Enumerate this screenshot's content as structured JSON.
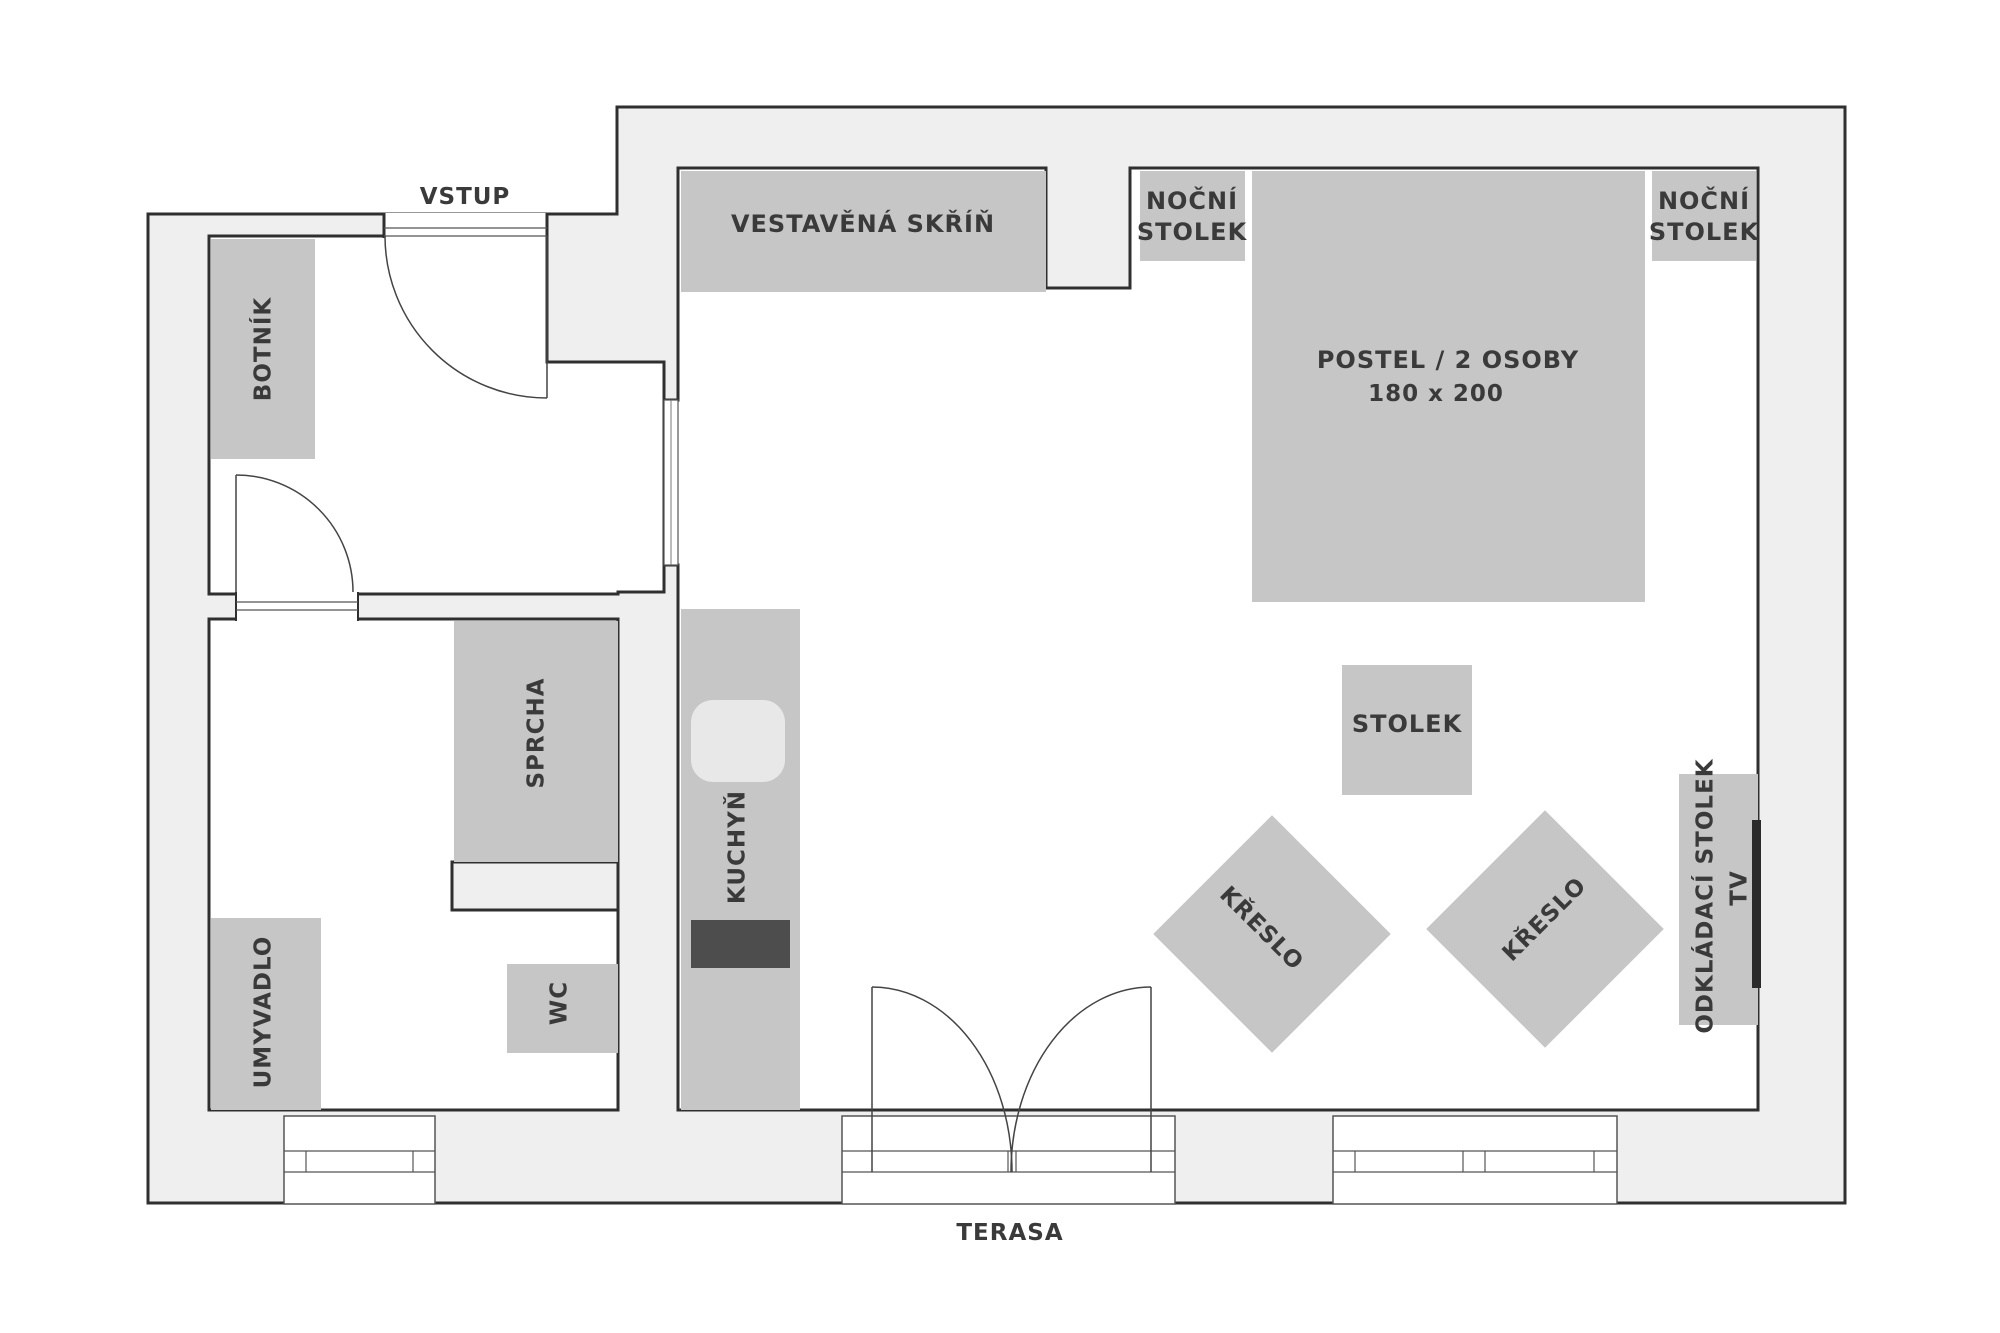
{
  "plan": {
    "labels": {
      "entrance": "VSTUP",
      "terrace": "TERASA",
      "wardrobe": "VESTAVĚNÁ SKŘÍŇ",
      "nightstand_left_1": "NOČNÍ",
      "nightstand_left_2": "STOLEK",
      "nightstand_right_1": "NOČNÍ",
      "nightstand_right_2": "STOLEK",
      "bed_1": "POSTEL / 2 OSOBY",
      "bed_2": "180 x 200",
      "shoe_rack": "BOTNÍK",
      "shower": "SPRCHA",
      "kitchen": "KUCHYŇ",
      "table": "STOLEK",
      "armchair_left": "KŘESLO",
      "armchair_right": "KŘESLO",
      "side_table": "ODKLÁDACÍ STOLEK",
      "tv": "TV",
      "washbasin": "UMYVADLO",
      "wc": "WC"
    },
    "colors": {
      "wall": "#efefef",
      "furniture": "#c6c6c6",
      "outline": "#2f2f2f",
      "tv": "#2a2a2a",
      "hob": "#4d4d4d",
      "sink": "#e8e8e8"
    }
  }
}
